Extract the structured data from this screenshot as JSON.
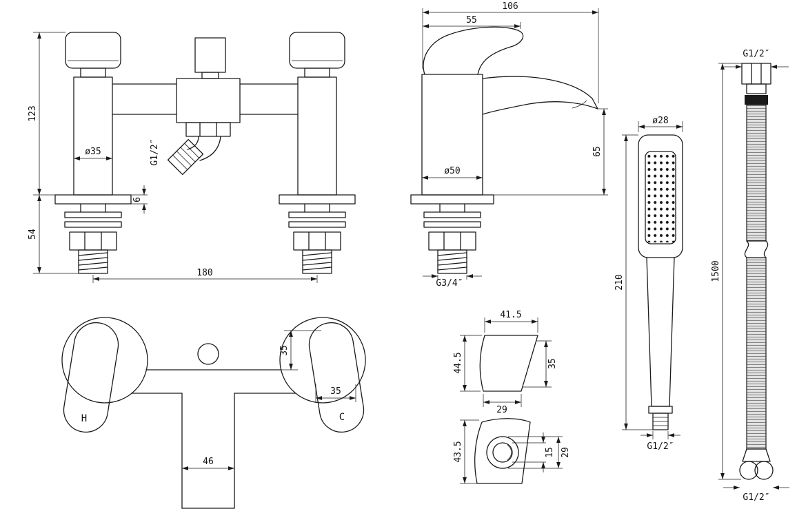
{
  "sheet": {
    "background": "#ffffff",
    "line_color": "#1a1a1a"
  },
  "views": {
    "bath_mixer_front": {
      "dims": {
        "height": "123",
        "tail_height": "54",
        "body_diameter": "ø35",
        "outlet_thread": "G1/2″",
        "deck_thickness": "6",
        "hole_centres": "180"
      }
    },
    "basin_tap_side": {
      "dims": {
        "overall_depth": "106",
        "handle_depth": "55",
        "base_diameter": "ø50",
        "spout_height": "65",
        "tail_thread": "G3/4″"
      }
    },
    "handset": {
      "dims": {
        "head_diameter": "ø28",
        "length": "210",
        "thread": "G1/2″"
      }
    },
    "hose": {
      "dims": {
        "top_thread": "G1/2″",
        "length": "1500",
        "bottom_thread": "G1/2″"
      }
    },
    "bath_mixer_plan": {
      "labels": {
        "hot": "H",
        "cold": "C"
      },
      "dims": {
        "handle_offset": "35",
        "handle_width": "35",
        "spout_width": "46"
      }
    },
    "bracket_side": {
      "dims": {
        "top_width": "41.5",
        "height": "44.5",
        "base_width": "29",
        "face_height": "35"
      }
    },
    "bracket_front": {
      "dims": {
        "height": "43.5",
        "slot_height": "15",
        "width": "29"
      }
    }
  }
}
